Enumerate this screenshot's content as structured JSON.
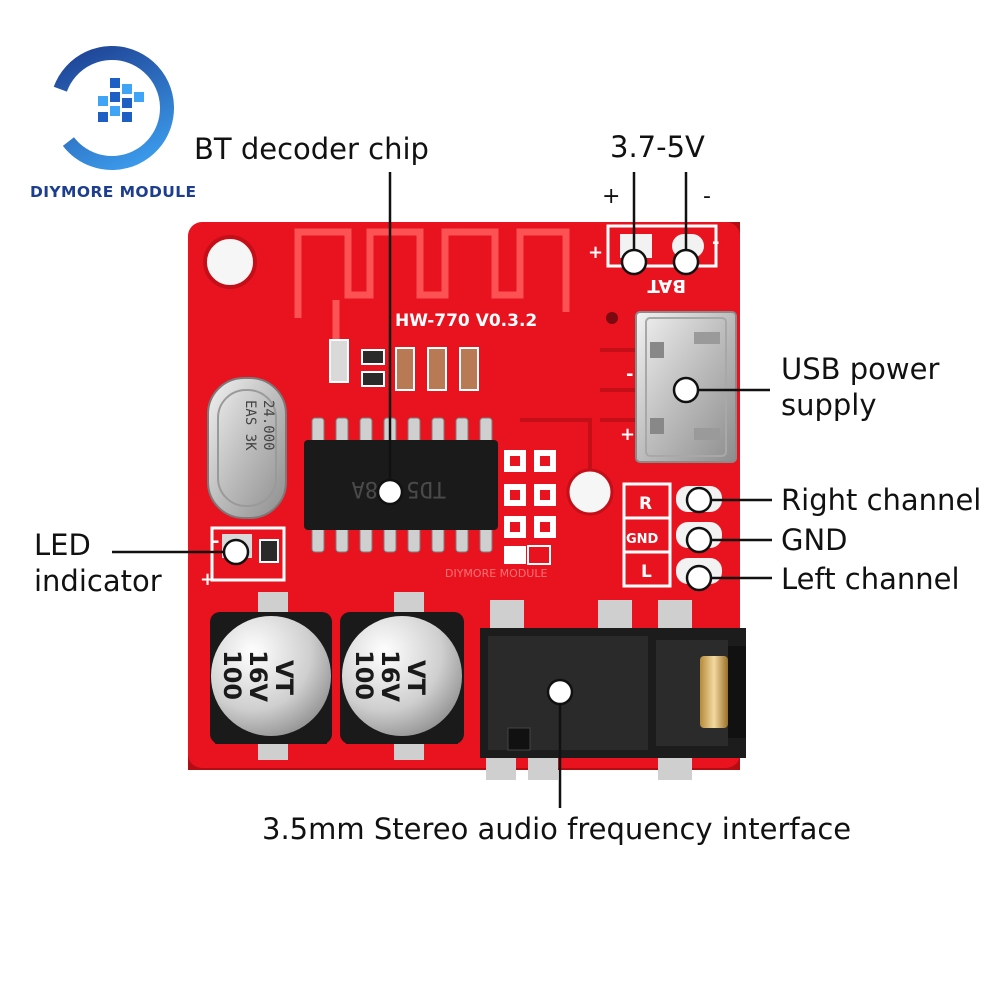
{
  "brand": {
    "name": "DIYMORE MODULE",
    "watermark": "DIYMORE MODULE"
  },
  "board": {
    "model": "HW-770 V0.3.2",
    "chip_marking": "TD5",
    "chip_marking_suffix": "8A",
    "crystal_line1": "24.000",
    "crystal_line2": "EAS 3K",
    "capacitor_value": "100",
    "capacitor_voltage": "16V",
    "capacitor_series": "VT",
    "bat_label": "BAT",
    "bat_plus": "+",
    "bat_minus": "-",
    "usb_plus": "+",
    "usb_minus": "-",
    "pad_r": "R",
    "pad_gnd": "GND",
    "pad_l": "L",
    "led_plus": "+",
    "led_minus": "-"
  },
  "callouts": {
    "bt_chip": "BT decoder chip",
    "voltage": "3.7-5V",
    "bat_plus": "+",
    "bat_minus": "-",
    "usb_line1": "USB power",
    "usb_line2": "supply",
    "right_channel": "Right channel",
    "gnd": "GND",
    "left_channel": "Left channel",
    "led_line1": "LED",
    "led_line2": "indicator",
    "audio": "3.5mm Stereo audio frequency interface"
  },
  "colors": {
    "pcb": "#e8131f",
    "pcb_dark": "#b30d14",
    "silkscreen": "#ffffff",
    "logo_blue": "#1e6fd8",
    "logo_navy": "#1d3d8f",
    "chip": "#1a1a1a",
    "metal": "#c9c9c9"
  }
}
